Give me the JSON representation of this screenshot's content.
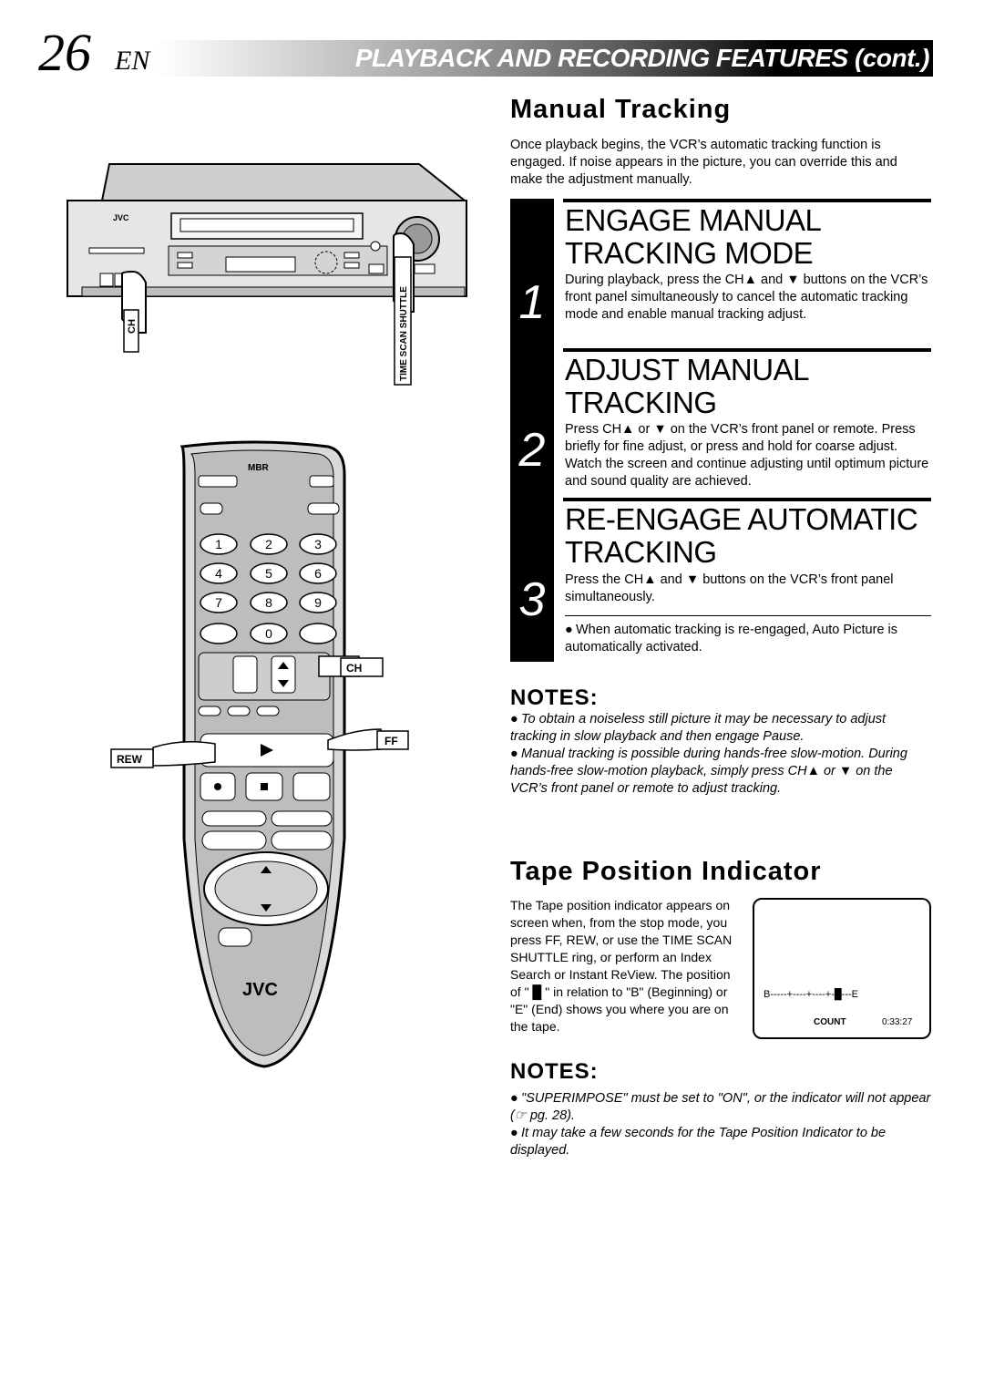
{
  "header": {
    "page_number": "26",
    "language": "EN",
    "section_title": "PLAYBACK AND RECORDING FEATURES (cont.)"
  },
  "manual_tracking": {
    "title": "Manual Tracking",
    "intro": "Once playback begins, the VCR’s automatic tracking function is engaged. If noise appears in the picture, you can override this and make the adjustment manually.",
    "steps": [
      {
        "number": "1",
        "title_line1": "ENGAGE MANUAL",
        "title_line2": "TRACKING MODE",
        "text": "During playback, press the CH▲ and ▼ buttons on the VCR’s front panel simultaneously to cancel the automatic tracking mode and enable manual tracking adjust."
      },
      {
        "number": "2",
        "title_line1": "ADJUST MANUAL",
        "title_line2": "TRACKING",
        "text": "Press CH▲ or ▼ on the VCR’s front panel or remote. Press briefly for fine adjust, or press and hold for coarse adjust. Watch the screen and continue adjusting until optimum picture and sound quality are achieved."
      },
      {
        "number": "3",
        "title_line1": "RE-ENGAGE AUTOMATIC",
        "title_line2": "TRACKING",
        "text": "Press the CH▲ and ▼ buttons on the VCR’s front panel simultaneously.",
        "note": "When automatic tracking is re-engaged, Auto Picture is automatically activated."
      }
    ],
    "notes_heading": "NOTES:",
    "notes": [
      "To obtain a noiseless still picture it may be necessary to adjust tracking in slow playback and then engage Pause.",
      "Manual tracking is possible during hands-free slow-motion. During hands-free slow-motion playback, simply press CH▲ or ▼ on the VCR’s front panel or remote to adjust tracking."
    ]
  },
  "tape_position": {
    "title": "Tape Position Indicator",
    "text": "The Tape position indicator appears on screen when, from the stop mode, you press FF, REW, or use the TIME SCAN SHUTTLE ring, or perform an Index Search or Instant ReView. The position of \" █ \" in relation to \"B\" (Beginning) or \"E\" (End) shows you where you are on the tape.",
    "display": {
      "bar": "B-----+----+----+-█---E",
      "count_label": "COUNT",
      "count_value": "0:33:27"
    },
    "notes_heading": "NOTES:",
    "notes": [
      "\"SUPERIMPOSE\" must be set to \"ON\", or the indicator will not appear (☞ pg. 28).",
      "It may take a few seconds for the Tape Position Indicator to be displayed."
    ]
  },
  "illustration": {
    "vcr_brand": "JVC",
    "vcr_label_ch": "CH",
    "vcr_label_shuttle": "TIME SCAN SHUTTLE",
    "remote_brand": "JVC",
    "remote_logo": "MBR",
    "remote_keys": [
      "1",
      "2",
      "3",
      "4",
      "5",
      "6",
      "7",
      "8",
      "9",
      "0"
    ],
    "callout_ch": "CH",
    "callout_ff": "FF",
    "callout_rew": "REW"
  }
}
